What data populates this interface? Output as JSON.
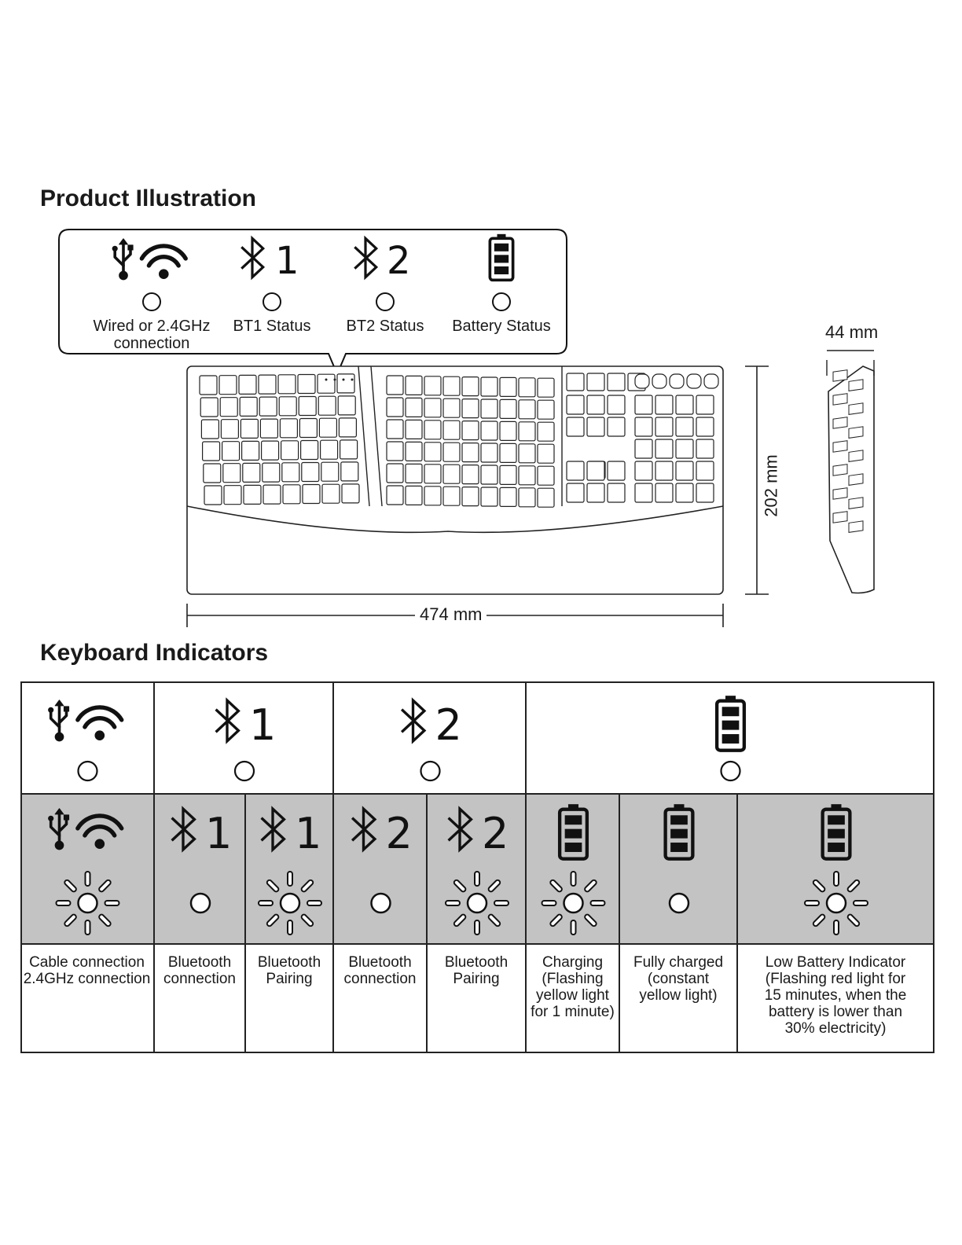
{
  "sections": {
    "product_title": "Product Illustration",
    "indicators_title": "Keyboard Indicators"
  },
  "callout": {
    "items": [
      {
        "icon": "usb-wifi-icon",
        "label_line1": "Wired or 2.4GHz",
        "label_line2": "connection"
      },
      {
        "icon": "bluetooth-1-icon",
        "label_line1": "BT1 Status",
        "label_line2": ""
      },
      {
        "icon": "bluetooth-2-icon",
        "label_line1": "BT2 Status",
        "label_line2": ""
      },
      {
        "icon": "battery-icon",
        "label_line1": "Battery Status",
        "label_line2": ""
      }
    ]
  },
  "dimensions": {
    "width": "474 mm",
    "height": "202 mm",
    "depth": "44 mm"
  },
  "table": {
    "header_icons": [
      "usb-wifi-icon",
      "bluetooth-1-icon",
      "bluetooth-2-icon",
      "battery-icon"
    ],
    "columns": [
      {
        "icon": "usb-wifi-icon",
        "light": "flashing",
        "lines": [
          "Cable connection",
          "2.4GHz connection"
        ]
      },
      {
        "icon": "bluetooth-1-icon",
        "light": "steady",
        "lines": [
          "Bluetooth",
          "connection"
        ]
      },
      {
        "icon": "bluetooth-1-icon",
        "light": "flashing",
        "lines": [
          "Bluetooth",
          "Pairing"
        ]
      },
      {
        "icon": "bluetooth-2-icon",
        "light": "steady",
        "lines": [
          "Bluetooth",
          "connection"
        ]
      },
      {
        "icon": "bluetooth-2-icon",
        "light": "flashing",
        "lines": [
          "Bluetooth",
          "Pairing"
        ]
      },
      {
        "icon": "battery-icon",
        "light": "flashing",
        "lines": [
          "Charging",
          "(Flashing",
          "yellow light",
          "for 1 minute)"
        ]
      },
      {
        "icon": "battery-icon",
        "light": "steady",
        "lines": [
          "Fully charged",
          "(constant",
          "yellow light)"
        ]
      },
      {
        "icon": "battery-icon",
        "light": "flashing",
        "lines": [
          "Low Battery Indicator",
          "(Flashing red light for",
          "15 minutes, when the",
          "battery is lower than",
          "30% electricity)"
        ]
      }
    ]
  },
  "colors": {
    "ink": "#1a1a1a",
    "gray_row": "#c3c3c3"
  }
}
